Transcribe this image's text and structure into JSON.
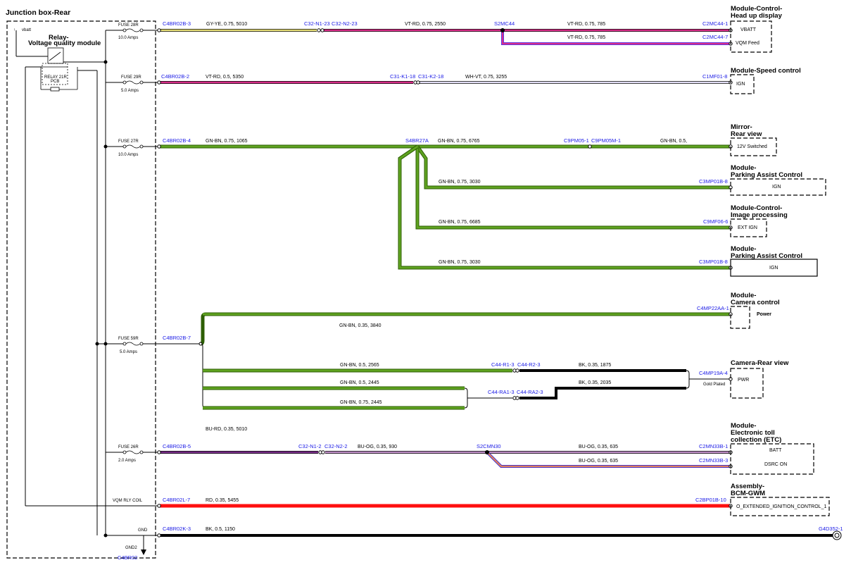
{
  "title": "Junction box-Rear",
  "relay": {
    "title_line1": "Relay-",
    "title_line2": "Voltage quality module",
    "vbatt": "vbatt",
    "code_line1": "RELAY 21R",
    "code_line2": "PCB"
  },
  "fuses": {
    "f28r": {
      "name": "FUSE 28R",
      "amps": "10.0 Amps"
    },
    "f29r": {
      "name": "FUSE 29R",
      "amps": "5.0 Amps"
    },
    "f27r": {
      "name": "FUSE 27R",
      "amps": "10.0 Amps"
    },
    "f59r": {
      "name": "FUSE 59R",
      "amps": "5.0 Amps"
    },
    "f26r": {
      "name": "FUSE 26R",
      "amps": "2.0 Amps"
    },
    "vqm_coil": "VQM RLY COIL",
    "gnd": "GND",
    "gnd2": "GND2",
    "gnd2_sub": "C4BR02"
  },
  "connectors": {
    "c4br02b_3": "C4BR02B-3",
    "c32n1_23": "C32-N1-23",
    "c32n2_23": "C32-N2-23",
    "s2mc44": "S2MC44",
    "c2mc44_1": "C2MC44-1",
    "c2mc44_7": "C2MC44-7",
    "c4br02b_2": "C4BR02B-2",
    "c31k1_18": "C31-K1-18",
    "c31k2_18": "C31-K2-18",
    "c1mf01_8": "C1MF01-8",
    "c4br02b_4": "C4BR02B-4",
    "s4br27a": "S4BR27A",
    "c9pm05_1": "C9PM05-1",
    "c9pm05m_1": "C9PM05M-1",
    "c3mp01b_8a": "C3MP01B-8",
    "c9mf06_6": "C9MF06-6",
    "c3mp01b_8b": "C3MP01B-8",
    "c4mp22aa_1": "C4MP22AA-1",
    "c4br02b_7": "C4BR02B-7",
    "c44r1_3": "C44-R1-3",
    "c44r2_3": "C44-R2-3",
    "c4mp19a_4": "C4MP19A-4",
    "c44ra1_3": "C44-RA1-3",
    "c44ra2_3": "C44-RA2-3",
    "c4br02b_5": "C4BR02B-5",
    "c32n1_2": "C32-N1-2",
    "c32n2_2": "C32-N2-2",
    "s2cmn30": "S2CMN30",
    "c2mn33b_1": "C2MN33B-1",
    "c2mn33b_3": "C2MN33B-3",
    "c4br02l_7": "C4BR02L-7",
    "c2bp01b_10": "C2BP01B-10",
    "c4br02k_3": "C4BR02K-3",
    "g4d352_1": "G4D352-1"
  },
  "wires": {
    "w1a": "GY-YE,  0.75,  5010",
    "w1b": "VT-RD,  0.75,  2550",
    "w1c": "VT-RD,  0.75,  785",
    "w1d": "VT-RD,  0.75,  785",
    "w2a": "VT-RD,  0.5,  5350",
    "w2b": "WH-VT,  0.75,  3255",
    "w3a": "GN-BN,  0.75,  1065",
    "w3b": "GN-BN,  0.75,  6765",
    "w3c": "GN-BN,  0.5,",
    "w3d": "GN-BN,  0.75,  3030",
    "w3e": "GN-BN,  0.75,  6685",
    "w3f": "GN-BN,  0.75,  3030",
    "w4a": "GN-BN,  0.35,  3840",
    "w4b": "GN-BN,  0.5,  2565",
    "w4c": "BK,  0.35,  1875",
    "w4d": "GN-BN,  0.5,  2445",
    "w4e": "BK,  0.35,  2035",
    "w4f": "GN-BN,  0.75,  2445",
    "w4g": "BU-RD,  0.35,  5010",
    "w5a": "BU-OG,  0.35,  930",
    "w5b": "BU-OG,  0.35,  635",
    "w5c": "BU-OG,  0.35,  635",
    "w6": "RD,  0.35,  5455",
    "w7": "BK,  0.5,  1150",
    "gold_plated": "Gold Plated"
  },
  "modules": {
    "hud": {
      "line1": "Module-Control-",
      "line2": "Head up display",
      "pin1": "VBATT",
      "pin2": "VQM Feed"
    },
    "speed": {
      "line1": "Module-Speed control",
      "pin1": "IGN"
    },
    "mirror": {
      "line1": "Mirror-",
      "line2": "Rear view",
      "pin1": "12V Switched"
    },
    "pac1": {
      "line1": "Module-",
      "line2": "Parking Assist Control",
      "pin1": "IGN"
    },
    "imgproc": {
      "line1": "Module-Control-",
      "line2": "Image processing",
      "pin1": "EXT IGN"
    },
    "pac2": {
      "line1": "Module-",
      "line2": "Parking Assist Control",
      "pin1": "IGN"
    },
    "camctl": {
      "line1": "Module-",
      "line2": "Camera control",
      "pin1": "Power"
    },
    "camrear": {
      "line1": "Camera-Rear view",
      "pin1": "PWR"
    },
    "etc": {
      "line1": "Module-",
      "line2": "Electronic toll",
      "line3": "collection (ETC)",
      "pin1": "BATT",
      "pin2": "DSRC ON"
    },
    "bcm": {
      "line1": "Assembly-",
      "line2": "BCM-GWM",
      "pin1": "O_EXTENDED_IGNITION_CONTROL_1"
    }
  },
  "colors": {
    "gy_ye": "#e8e07a",
    "vt_rd": "#d92f8a",
    "wh_vt": "#b0a8e8",
    "gn_bn": "#4f8a10",
    "bu_og": "#7a2f8a",
    "rd": "#ff1010",
    "bk": "#000000"
  }
}
